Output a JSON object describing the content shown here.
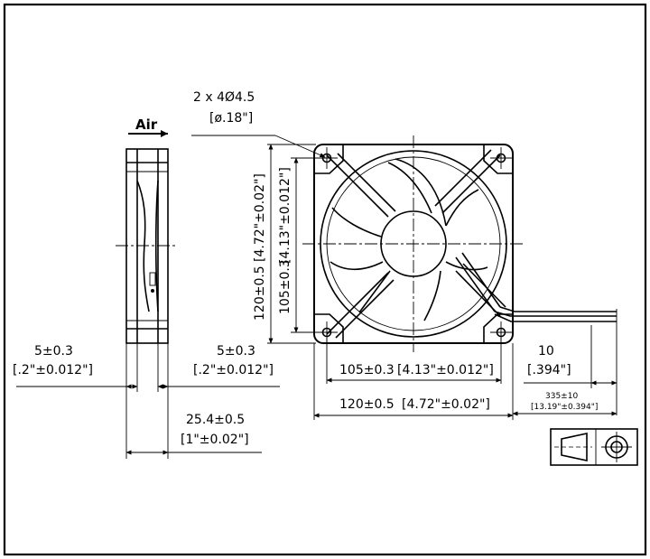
{
  "labels": {
    "hole_spec": "2 x 4Ø4.5",
    "hole_spec_in": "[ø.18\"]",
    "airflow": "Air",
    "side_left_mm": "5±0.3",
    "side_left_in": "[.2\"±0.012\"]",
    "side_right_mm": "5±0.3",
    "side_right_in": "[.2\"±0.012\"]",
    "depth_mm": "25.4±0.5",
    "depth_in": "[1\"±0.02\"]",
    "vert_outer_mm": "120±0.5",
    "vert_outer_in": "[4.72\"±0.02\"]",
    "vert_inner_mm": "105±0.3",
    "vert_inner_in": "[4.13\"±0.012\"]",
    "horiz_inner_mm": "105±0.3",
    "horiz_inner_in": "[4.13\"±0.012\"]",
    "horiz_outer_mm": "120±0.5",
    "horiz_outer_in": "[4.72\"±0.02\"]",
    "lead_strip_mm": "10",
    "lead_strip_in": "[.394\"]",
    "lead_len_mm": "335±10",
    "lead_len_in": "[13.19\"±0.394\"]"
  }
}
